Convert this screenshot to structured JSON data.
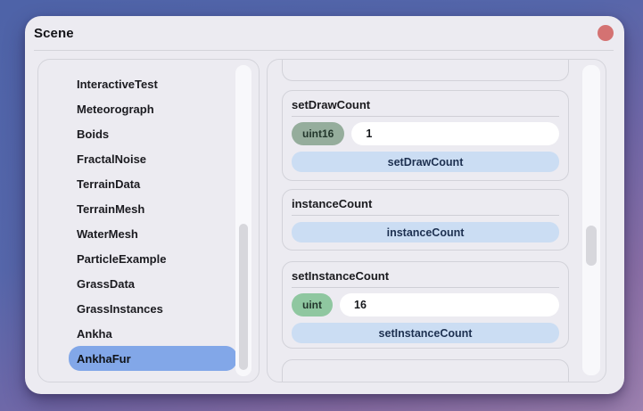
{
  "window": {
    "title": "Scene"
  },
  "sidebar": {
    "items": [
      {
        "label": "InteractiveTest",
        "selected": false
      },
      {
        "label": "Meteorograph",
        "selected": false
      },
      {
        "label": "Boids",
        "selected": false
      },
      {
        "label": "FractalNoise",
        "selected": false
      },
      {
        "label": "TerrainData",
        "selected": false
      },
      {
        "label": "TerrainMesh",
        "selected": false
      },
      {
        "label": "WaterMesh",
        "selected": false
      },
      {
        "label": "ParticleExample",
        "selected": false
      },
      {
        "label": "GrassData",
        "selected": false
      },
      {
        "label": "GrassInstances",
        "selected": false
      },
      {
        "label": "Ankha",
        "selected": false
      },
      {
        "label": "AnkhaFur",
        "selected": true
      }
    ]
  },
  "panel": {
    "cards": [
      {
        "kind": "partial",
        "position": "top"
      },
      {
        "kind": "method",
        "title": "setDrawCount",
        "param_type": "uint16",
        "param_value": "1",
        "button_label": "setDrawCount"
      },
      {
        "kind": "method",
        "title": "instanceCount",
        "button_label": "instanceCount"
      },
      {
        "kind": "method",
        "title": "setInstanceCount",
        "param_type": "uint",
        "param_value": "16",
        "button_label": "setInstanceCount"
      },
      {
        "kind": "partial",
        "position": "bottom"
      }
    ]
  },
  "colors": {
    "window_bg": "#ecebf1",
    "accent_selected": "#82a7e8",
    "button_bg": "#cbddf3",
    "button_text": "#1d3050",
    "badge_uint16_bg": "#95ad9c",
    "badge_uint_bg": "#8fc7a0",
    "close_button": "#d47272"
  }
}
